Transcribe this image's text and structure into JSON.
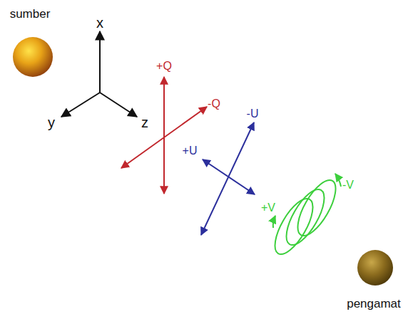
{
  "diagram": {
    "labels": [
      "sumber",
      "x",
      "y",
      "z",
      "+Q",
      "-Q",
      "-U",
      "+U",
      "+V",
      "-V",
      "pengamat"
    ]
  }
}
